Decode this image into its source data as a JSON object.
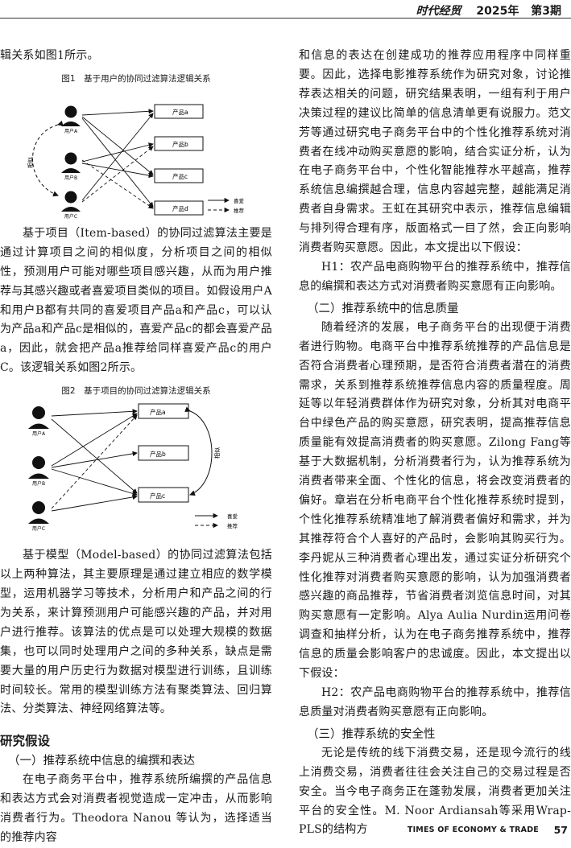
{
  "header": {
    "journal": "时代经贸",
    "year": "2025年",
    "issue": "第3期"
  },
  "left": {
    "p0": "辑关系如图1所示。",
    "fig1": {
      "title": "图1　基于用户的协同过滤算法逻辑关系",
      "users": [
        "用户A",
        "用户B",
        "用户C"
      ],
      "products": [
        "产品a",
        "产品b",
        "产品c",
        "产品d"
      ],
      "similar": "相似",
      "legend_like": "喜爱",
      "legend_recommend": "推荐"
    },
    "p1": "基于项目（Item-based）的协同过滤算法主要是通过计算项目之间的相似度，分析项目之间的相似性，预测用户可能对哪些项目感兴趣，从而为用户推荐与其感兴趣或者喜爱项目类似的项目。如假设用户A和用户B都有共同的喜爱项目产品a和产品c，可以认为产品a和产品c是相似的，喜爱产品c的都会喜爱产品a，因此，就会把产品a推荐给同样喜爱产品c的用户C。该逻辑关系如图2所示。",
    "fig2": {
      "title": "图2　基于项目的协同过滤算法逻辑关系",
      "users": [
        "用户A",
        "用户B",
        "用户C"
      ],
      "products": [
        "产品a",
        "产品b",
        "产品c"
      ],
      "similar": "相似",
      "legend_like": "喜爱",
      "legend_recommend": "推荐"
    },
    "p2": "基于模型（Model-based）的协同过滤算法包括以上两种算法，其主要原理是通过建立相应的数学模型，运用机器学习等技术，分析用户和产品之间的行为关系，来计算预测用户可能感兴趣的产品，并对用户进行推荐。该算法的优点是可以处理大规模的数据集，也可以同时处理用户之间的多种关系，缺点是需要大量的用户历史行为数据对模型进行训练，且训练时间较长。常用的模型训练方法有聚类算法、回归算法、分类算法、神经网络算法等。",
    "h1": "研究假设",
    "h2_1": "（一）推荐系统中信息的编撰和表达",
    "p3": "在电子商务平台中，推荐系统所编撰的产品信息和表达方式会对消费者视觉造成一定冲击，从而影响消费者行为。Theodora Nanou 等认为，选择适当的推荐内容"
  },
  "right": {
    "p0": "和信息的表达在创建成功的推荐应用程序中同样重要。因此，选择电影推荐系统作为研究对象，讨论推荐表达相关的问题，研究结果表明，一组有利于用户决策过程的建议比简单的信息清单更有说服力。范文芳等通过研究电子商务平台中的个性化推荐系统对消费者在线冲动购买意愿的影响，结合实证分析，认为在电子商务平台中，个性化智能推荐水平越高，推荐系统信息编撰越合理，信息内容越完整，越能满足消费者自身需求。王虹在其研究中表示，推荐信息编辑与排列得合理有序，版面格式一目了然，会正向影响消费者购买意愿。因此，本文提出以下假设：",
    "h1_hyp": "H1：农产品电商购物平台的推荐系统中，推荐信息的编撰和表达方式对消费者购买意愿有正向影响。",
    "h2_2": "（二）推荐系统中的信息质量",
    "p1": "随着经济的发展，电子商务平台的出现便于消费者进行购物。电商平台中推荐系统推荐的产品信息是否符合消费者心理预期，是否符合消费者潜在的消费需求，关系到推荐系统推荐信息内容的质量程度。周延等以年轻消费群体作为研究对象，分析其对电商平台中绿色产品的购买意愿，研究表明，提高推荐信息质量能有效提高消费者的购买意愿。Zilong Fang等基于大数据机制，分析消费者行为，认为推荐系统为消费者带来全面、个性化的信息，将会改变消费者的偏好。章岩在分析电商平台个性化推荐系统时提到，个性化推荐系统精准地了解消费者偏好和需求，并为其推荐符合个人喜好的产品时，会影响其购买行为。李丹妮从三种消费者心理出发，通过实证分析研究个性化推荐对消费者购买意愿的影响，认为加强消费者感兴趣的商品推荐，节省消费者浏览信息时间，对其购买意愿有一定影响。Alya Aulia Nurdin运用问卷调查和抽样分析，认为在电子商务推荐系统中，推荐信息的质量会影响客户的忠诚度。因此，本文提出以下假设：",
    "h2_hyp": "H2：农产品电商购物平台的推荐系统中，推荐信息质量对消费者购买意愿有正向影响。",
    "h2_3": "（三）推荐系统的安全性",
    "p2": "无论是传统的线下消费交易，还是现今流行的线上消费交易，消费者往往会关注自己的交易过程是否安全。当今电子商务正在蓬勃发展，消费者更加关注平台的安全性。M. Noor Ardiansah等采用Wrap-PLS的结构方"
  },
  "footer": {
    "brand": "TIMES OF ECONOMY & TRADE",
    "page": "57"
  }
}
